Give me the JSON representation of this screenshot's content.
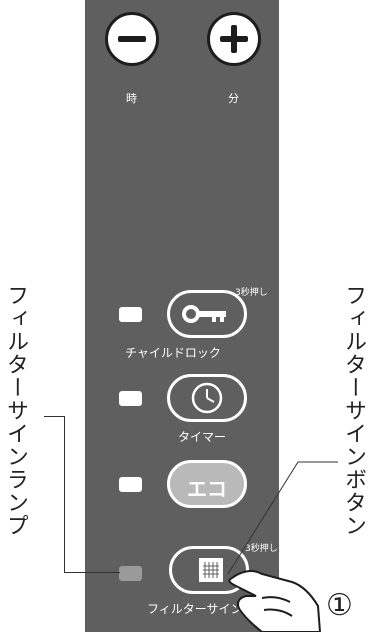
{
  "colors": {
    "panel": "#5f5f5f",
    "button_white": "#ffffff",
    "eco_fill": "#b9b9b9",
    "lamp_off": "#9a9a9a",
    "callout": "#333333"
  },
  "time_controls": {
    "minus_icon": "minus-icon",
    "plus_icon": "plus-icon",
    "hour_label": "時",
    "minute_label": "分"
  },
  "child_lock": {
    "hold_note": "3秒押し",
    "icon": "key-icon",
    "label": "チャイルドロック"
  },
  "timer": {
    "icon": "clock-icon",
    "label": "タイマー"
  },
  "eco": {
    "label": "エコ"
  },
  "filter_sign": {
    "hold_note": "3秒押し",
    "icon": "filter-grid-icon",
    "label": "フィルターサイン"
  },
  "callouts": {
    "lamp_label": "フィルターサインランプ",
    "button_label": "フィルターサインボタン",
    "step_number": "①"
  }
}
